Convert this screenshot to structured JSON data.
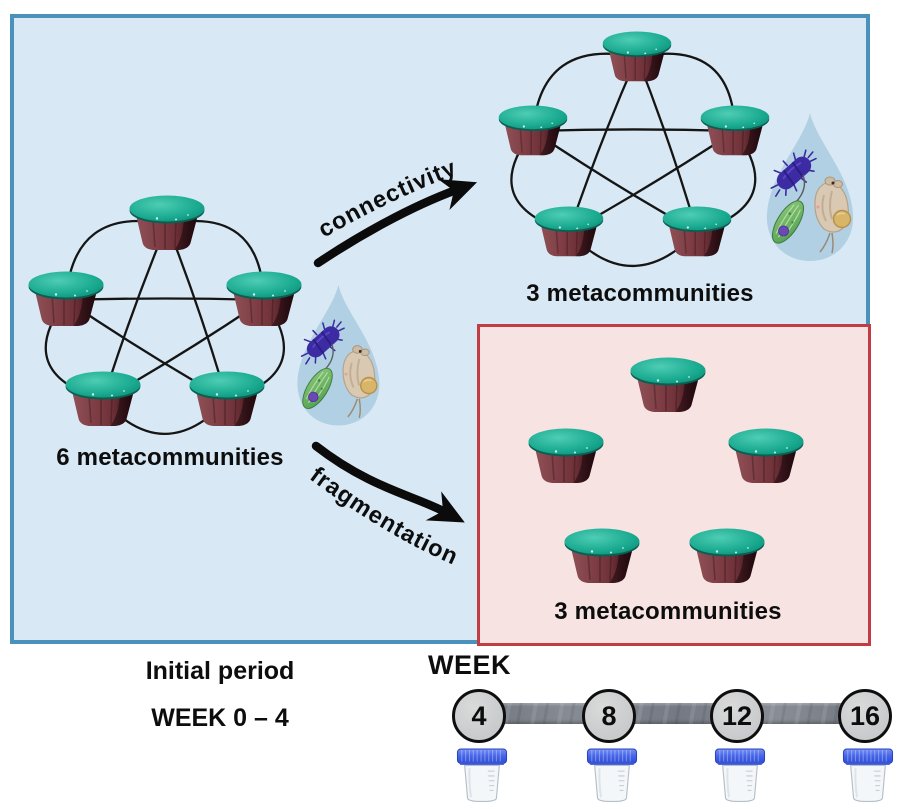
{
  "figure": {
    "panels": {
      "initial_and_connectivity": {
        "background": "#d8e9f5",
        "border_color": "#4a92bc"
      },
      "fragmentation": {
        "background": "#f8e3e3",
        "border_color": "#c23c46"
      }
    },
    "networks": {
      "initial": {
        "label": "6 metacommunities",
        "buckets": 5,
        "connected": true
      },
      "connectivity": {
        "label": "3 metacommunities",
        "buckets": 5,
        "connected": true
      },
      "fragmentation": {
        "label": "3 metacommunities",
        "buckets": 5,
        "connected": false
      }
    },
    "arrows": {
      "connectivity": {
        "label": "connectivity"
      },
      "fragmentation": {
        "label": "fragmentation"
      }
    },
    "droplets": {
      "organisms": [
        "bacterium",
        "protist",
        "rotifer"
      ]
    },
    "colors": {
      "bucket_lid": "#17a58c",
      "bucket_body": "#7b3a41",
      "droplet": "#b2d0e3",
      "timeline_bar": "#7b8089",
      "week_circle_fill": "#cbcdd0",
      "jar_lid": "#3f5ce0"
    }
  },
  "footer": {
    "initial_period": {
      "line1": "Initial period",
      "line2": "WEEK 0 – 4"
    },
    "timeline": {
      "label": "WEEK",
      "weeks": [
        "4",
        "8",
        "12",
        "16"
      ]
    }
  }
}
